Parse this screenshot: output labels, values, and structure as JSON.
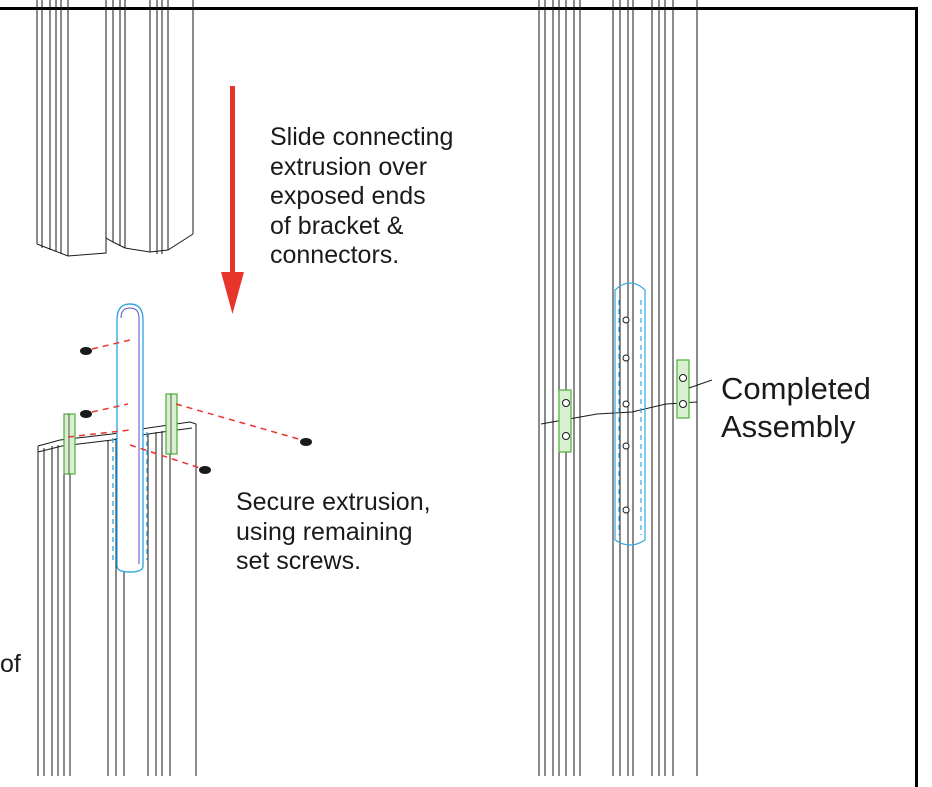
{
  "colors": {
    "arrow": "#e8352c",
    "bracket_outline": "#35a8e0",
    "connector": "#4cae3a",
    "dashed_line": "#e8352c",
    "extrusion": "#1a1a1a"
  },
  "instructions": {
    "slide": [
      "Slide connecting",
      "extrusion over",
      "exposed ends",
      "of bracket &",
      "connectors."
    ],
    "secure": [
      "Secure extrusion,",
      "using remaining",
      "set screws."
    ],
    "completed": [
      "Completed",
      "Assembly"
    ],
    "left_cut": "of"
  },
  "icons": {
    "down_arrow": "down-arrow-icon",
    "set_screw": "set-screw-icon"
  }
}
